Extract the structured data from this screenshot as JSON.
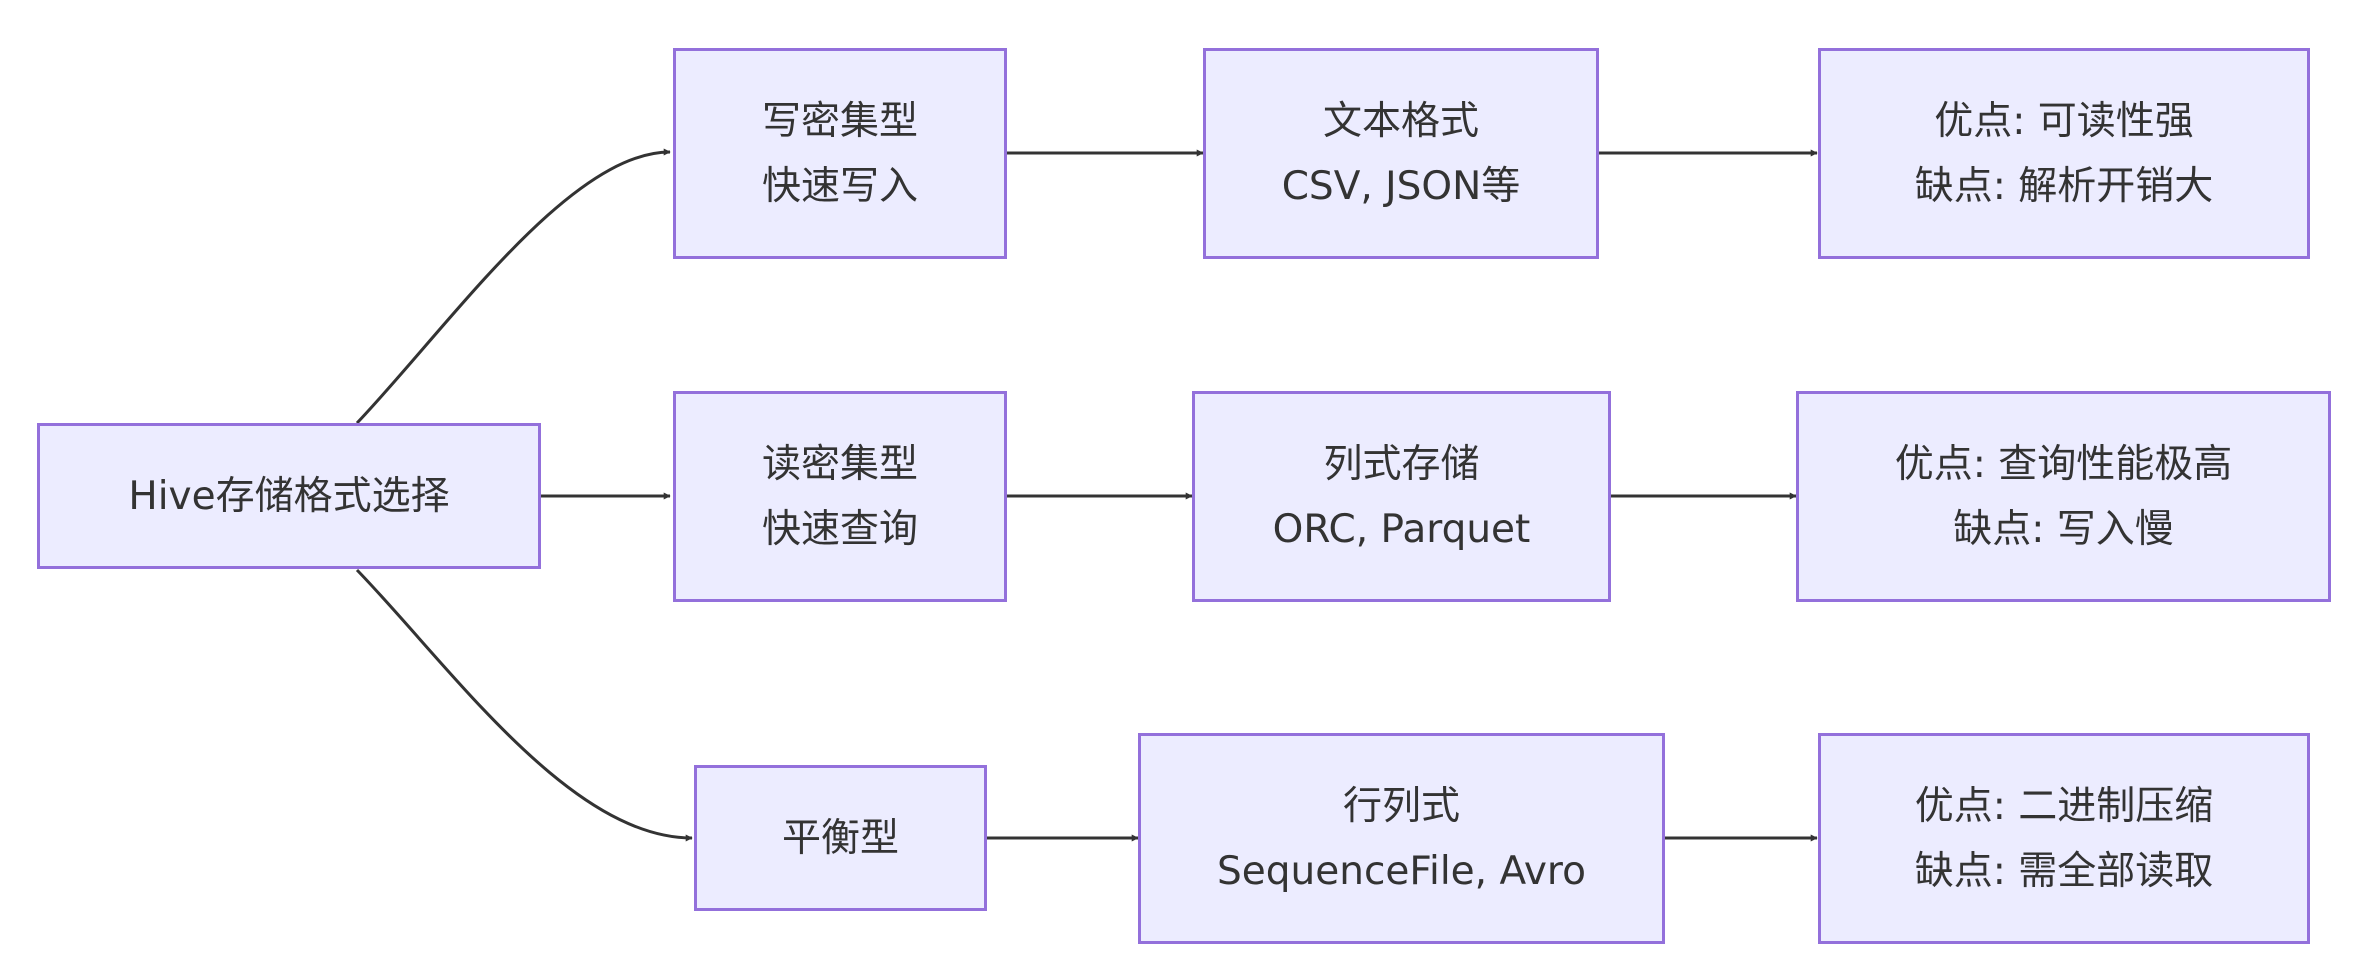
{
  "diagram": {
    "root": {
      "label": "Hive存储格式选择"
    },
    "branches": [
      {
        "workload": {
          "line1": "写密集型",
          "line2": "快速写入"
        },
        "format": {
          "line1": "文本格式",
          "line2": "CSV, JSON等"
        },
        "tradeoff": {
          "line1": "优点: 可读性强",
          "line2": "缺点: 解析开销大"
        }
      },
      {
        "workload": {
          "line1": "读密集型",
          "line2": "快速查询"
        },
        "format": {
          "line1": "列式存储",
          "line2": "ORC, Parquet"
        },
        "tradeoff": {
          "line1": "优点: 查询性能极高",
          "line2": "缺点: 写入慢"
        }
      },
      {
        "workload": {
          "line1": "平衡型"
        },
        "format": {
          "line1": "行列式",
          "line2": "SequenceFile, Avro"
        },
        "tradeoff": {
          "line1": "优点: 二进制压缩",
          "line2": "缺点: 需全部读取"
        }
      }
    ],
    "colors": {
      "node_fill": "#ECECFF",
      "node_border": "#9370DB",
      "text": "#333333",
      "edge": "#333333"
    }
  }
}
